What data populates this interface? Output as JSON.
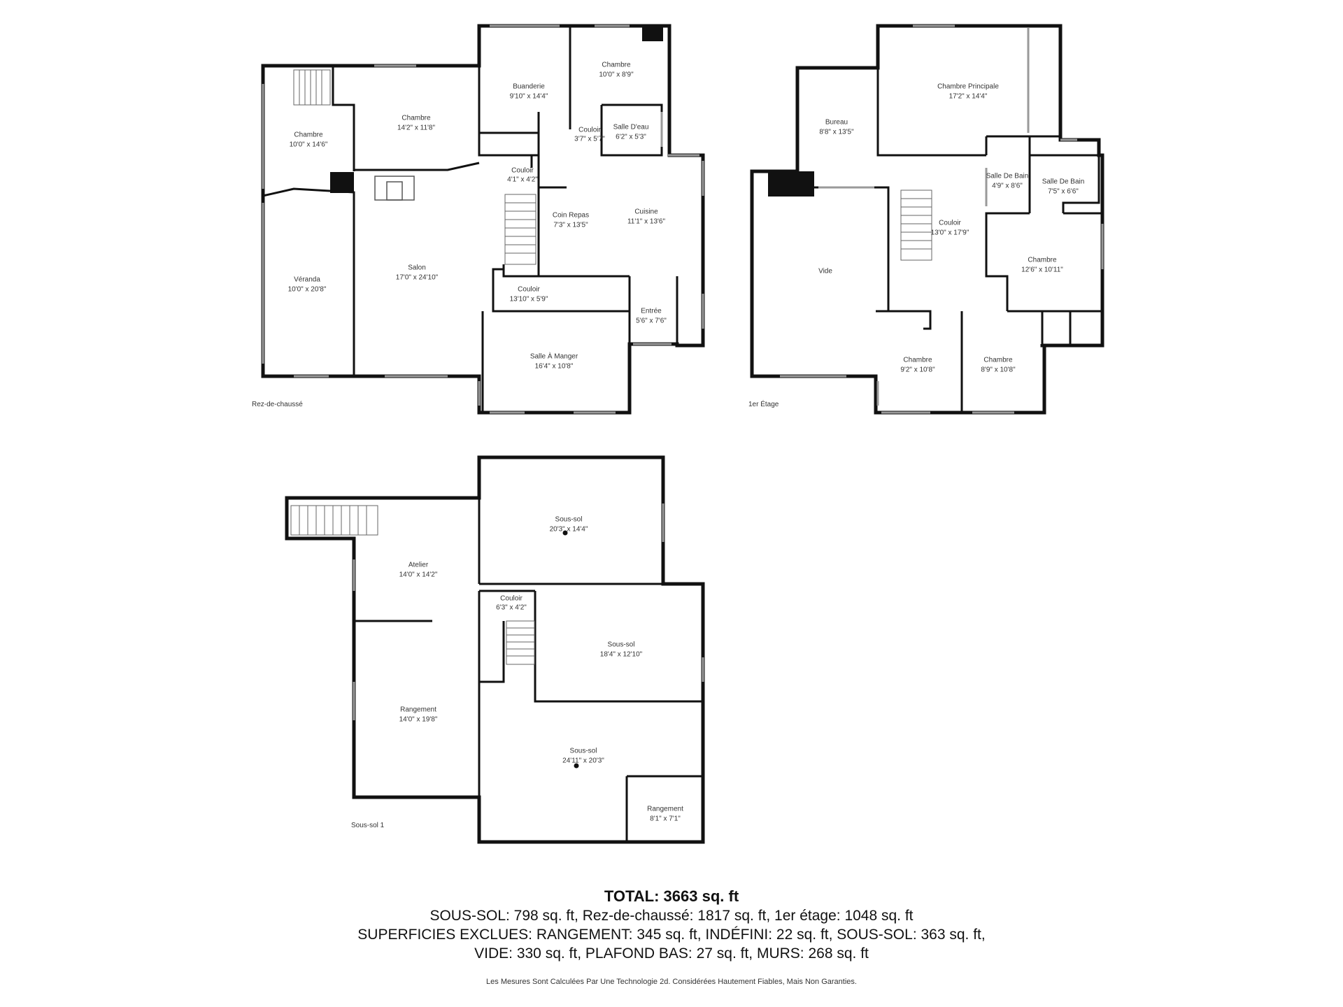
{
  "floors": {
    "ground": {
      "label": "Rez-de-chaussé",
      "rooms": {
        "chambre_left": {
          "name": "Chambre",
          "dim": "10'0\" x 14'6\""
        },
        "chambre_mid": {
          "name": "Chambre",
          "dim": "14'2\" x 11'8\""
        },
        "buanderie": {
          "name": "Buanderie",
          "dim": "9'10\" x 14'4\""
        },
        "chambre_top": {
          "name": "Chambre",
          "dim": "10'0\" x 8'9\""
        },
        "couloir_a": {
          "name": "Couloir",
          "dim": "3'7\" x 5'7\""
        },
        "salle_deau": {
          "name": "Salle D'eau",
          "dim": "6'2\" x 5'3\""
        },
        "couloir_b": {
          "name": "Couloir",
          "dim": "4'1\" x 4'2\""
        },
        "coin_repas": {
          "name": "Coin Repas",
          "dim": "7'3\" x 13'5\""
        },
        "cuisine": {
          "name": "Cuisine",
          "dim": "11'1\" x 13'6\""
        },
        "veranda": {
          "name": "Véranda",
          "dim": "10'0\" x 20'8\""
        },
        "salon": {
          "name": "Salon",
          "dim": "17'0\" x 24'10\""
        },
        "couloir_c": {
          "name": "Couloir",
          "dim": "13'10\" x 5'9\""
        },
        "entree": {
          "name": "Entrée",
          "dim": "5'6\" x 7'6\""
        },
        "salle_manger": {
          "name": "Salle À Manger",
          "dim": "16'4\" x 10'8\""
        }
      }
    },
    "first": {
      "label": "1er Étage",
      "rooms": {
        "chambre_principale": {
          "name": "Chambre Principale",
          "dim": "17'2\" x 14'4\""
        },
        "bureau": {
          "name": "Bureau",
          "dim": "8'8\" x 13'5\""
        },
        "sdb_a": {
          "name": "Salle De Bain",
          "dim": "4'9\" x 8'6\""
        },
        "sdb_b": {
          "name": "Salle De Bain",
          "dim": "7'5\" x 6'6\""
        },
        "couloir": {
          "name": "Couloir",
          "dim": "13'0\" x 17'9\""
        },
        "vide": {
          "name": "Vide",
          "dim": ""
        },
        "chambre_right": {
          "name": "Chambre",
          "dim": "12'6\" x 10'11\""
        },
        "chambre_bl": {
          "name": "Chambre",
          "dim": "9'2\" x 10'8\""
        },
        "chambre_br": {
          "name": "Chambre",
          "dim": "8'9\" x 10'8\""
        }
      }
    },
    "basement": {
      "label": "Sous-sol 1",
      "rooms": {
        "soussol_top": {
          "name": "Sous-sol",
          "dim": "20'3\" x 14'4\""
        },
        "atelier": {
          "name": "Atelier",
          "dim": "14'0\" x 14'2\""
        },
        "couloir": {
          "name": "Couloir",
          "dim": "6'3\" x 4'2\""
        },
        "soussol_mid": {
          "name": "Sous-sol",
          "dim": "18'4\" x 12'10\""
        },
        "rangement_big": {
          "name": "Rangement",
          "dim": "14'0\" x 19'8\""
        },
        "soussol_big": {
          "name": "Sous-sol",
          "dim": "24'11\" x 20'3\""
        },
        "rangement_small": {
          "name": "Rangement",
          "dim": "8'1\" x 7'1\""
        }
      }
    }
  },
  "summary": {
    "total": "TOTAL: 3663 sq. ft",
    "line1": "SOUS-SOL: 798 sq. ft, Rez-de-chaussé: 1817 sq. ft, 1er étage: 1048 sq. ft",
    "line2": "SUPERFICIES EXCLUES: RANGEMENT: 345 sq. ft, INDÉFINI: 22 sq. ft, SOUS-SOL: 363 sq. ft,",
    "line3": "VIDE: 330 sq. ft, PLAFOND BAS: 27 sq. ft, MURS: 268 sq. ft"
  },
  "disclaimer": "Les Mesures Sont Calculées Par Une Technologie 2d. Considérées Hautement Fiables, Mais Non Garanties.",
  "colors": {
    "wall": "#111111",
    "window": "#9a9a9a",
    "text": "#333333"
  }
}
